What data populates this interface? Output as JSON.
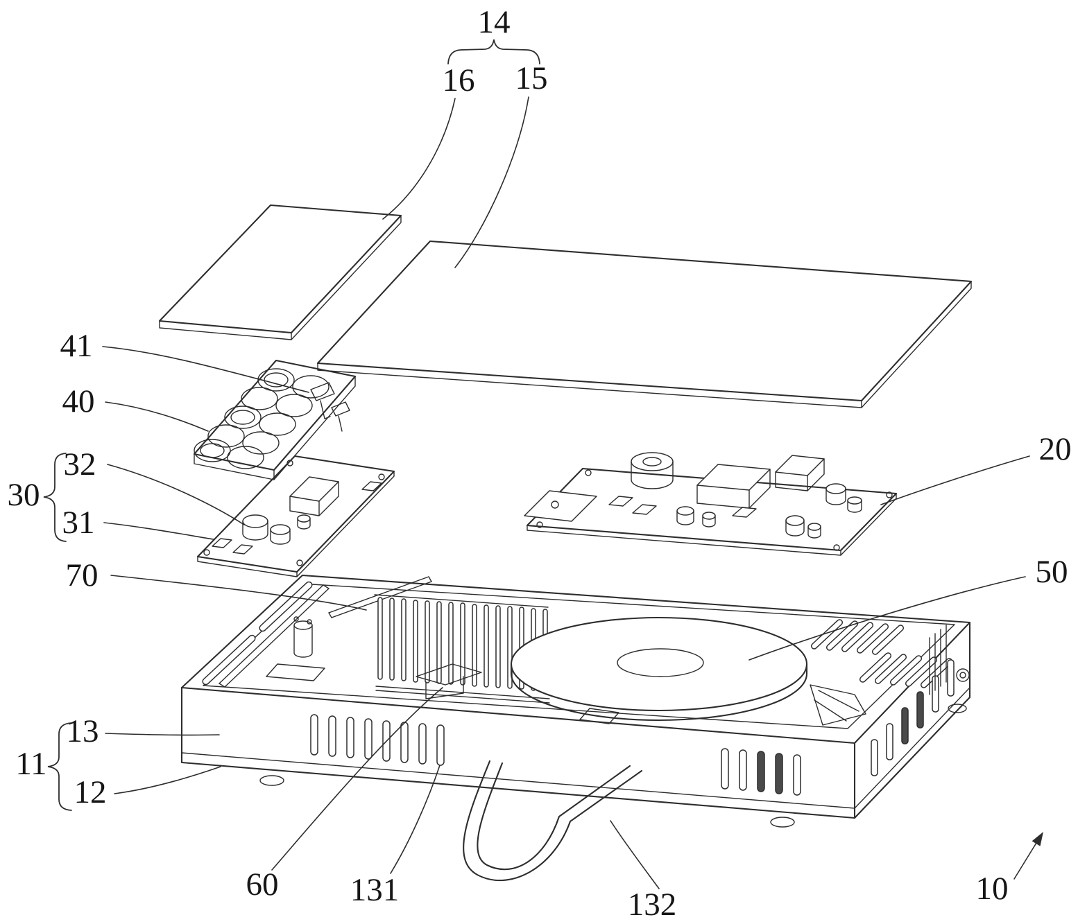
{
  "figure": {
    "kind": "patent-exploded-view-line-drawing",
    "ink_color": "#2d2d2d",
    "background_color": "#ffffff",
    "shade_color": "#4a4a4a",
    "labels": {
      "n10": "10",
      "n11": "11",
      "n12": "12",
      "n13": "13",
      "n14": "14",
      "n15": "15",
      "n16": "16",
      "n20": "20",
      "n30": "30",
      "n31": "31",
      "n32": "32",
      "n40": "40",
      "n41": "41",
      "n50": "50",
      "n60": "60",
      "n70": "70",
      "n131": "131",
      "n132": "132"
    }
  }
}
